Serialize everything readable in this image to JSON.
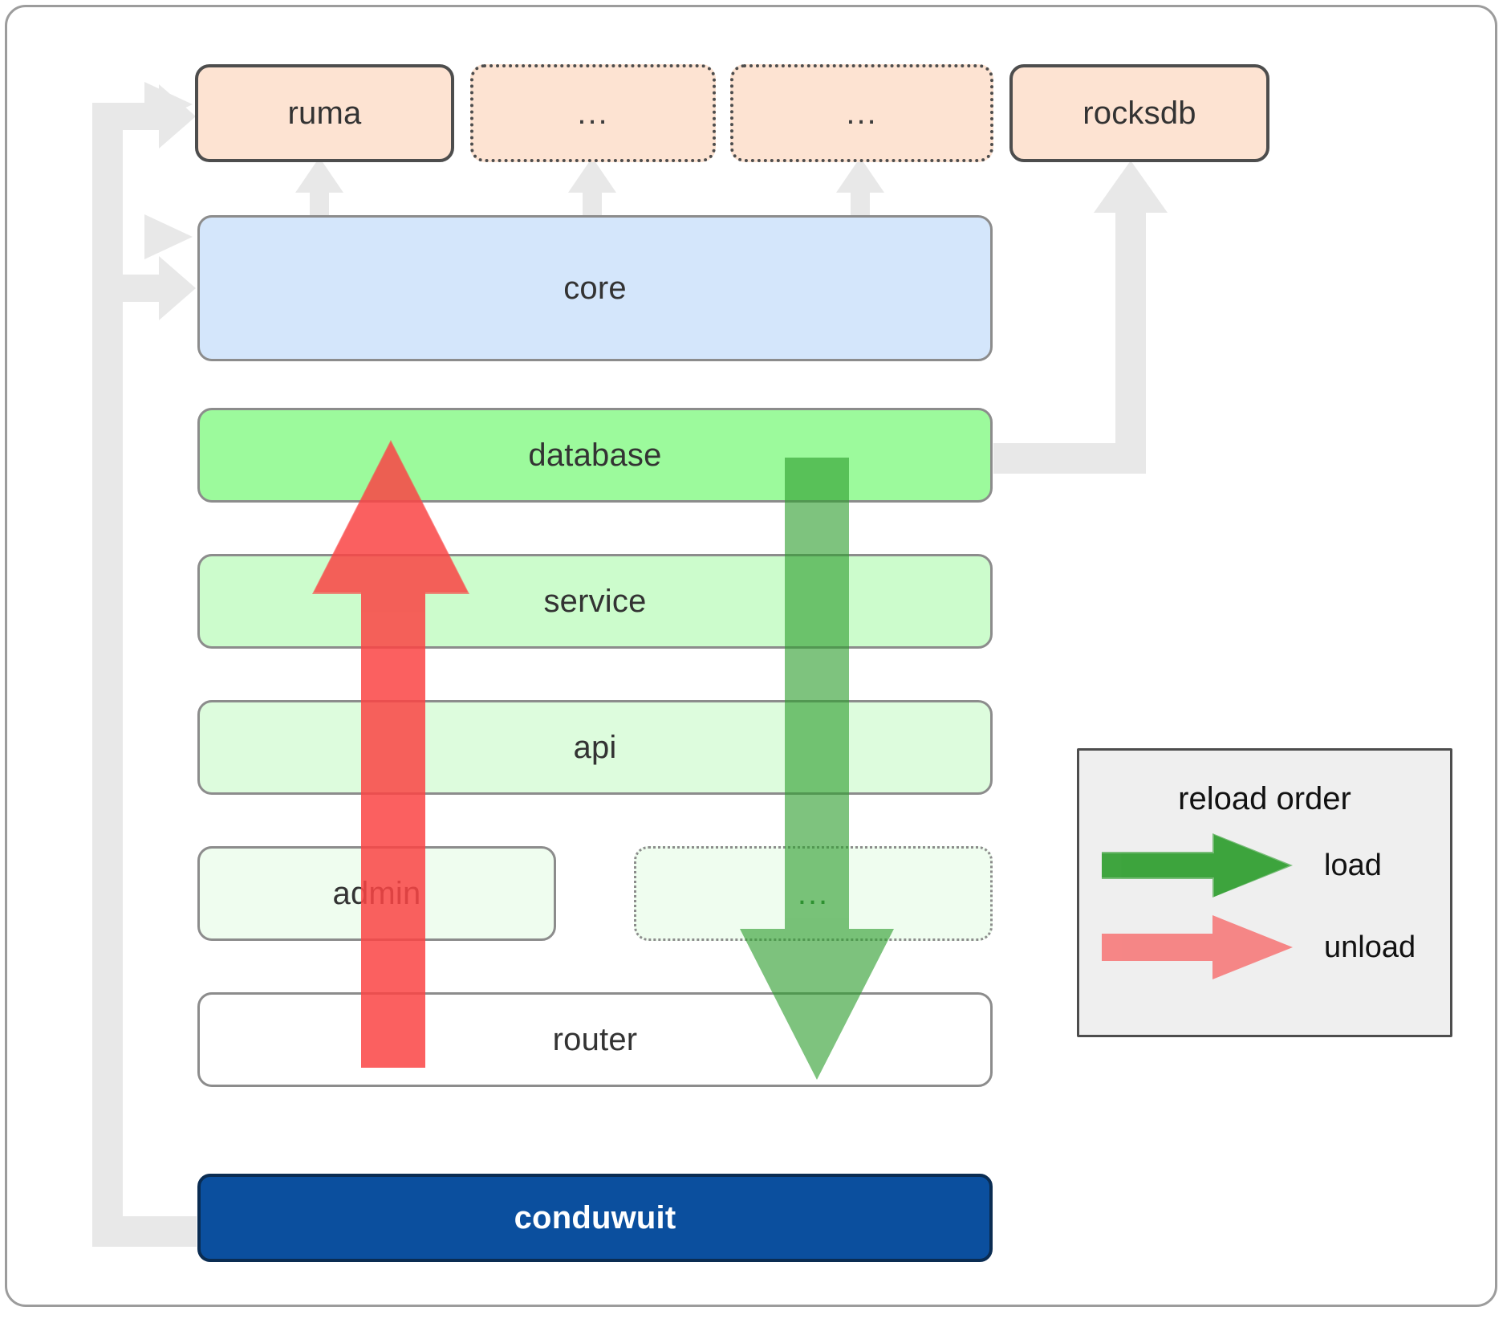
{
  "diagram": {
    "title": "conduwuit crate layering / reload order",
    "external_crates": [
      {
        "label": "ruma",
        "style": "solid"
      },
      {
        "label": "...",
        "style": "dotted"
      },
      {
        "label": "...",
        "style": "dotted"
      },
      {
        "label": "rocksdb",
        "style": "solid"
      }
    ],
    "core_layer": {
      "label": "core",
      "color": "#d4e6fb"
    },
    "layers": [
      {
        "label": "database",
        "color": "#9cfa9c",
        "style": "solid"
      },
      {
        "label": "service",
        "color": "#ccfccc",
        "style": "solid"
      },
      {
        "label": "api",
        "color": "#ddfcdd",
        "style": "solid"
      },
      {
        "label": "admin",
        "color": "#effdef",
        "style": "solid"
      },
      {
        "label": "...",
        "color": "#effdef",
        "style": "dotted"
      },
      {
        "label": "router",
        "color": "#ffffff",
        "style": "solid"
      }
    ],
    "binary": {
      "label": "conduwuit",
      "color": "#0b4f9e",
      "text_color": "#ffffff"
    },
    "legend": {
      "title": "reload order",
      "entries": [
        {
          "label": "load",
          "color": "#55aa55",
          "direction": "down"
        },
        {
          "label": "unload",
          "color": "#fa8080",
          "direction": "up"
        }
      ]
    },
    "colors": {
      "external_fill": "#fde3d2",
      "external_border": "#4d4d4d",
      "layer_border": "#8c8c8c",
      "dependency_arrow": "#e8e8e8",
      "load_arrow": "#55aa55",
      "unload_arrow": "#fa8080",
      "frame_border": "#9c9c9c",
      "legend_fill": "#efefef"
    }
  }
}
